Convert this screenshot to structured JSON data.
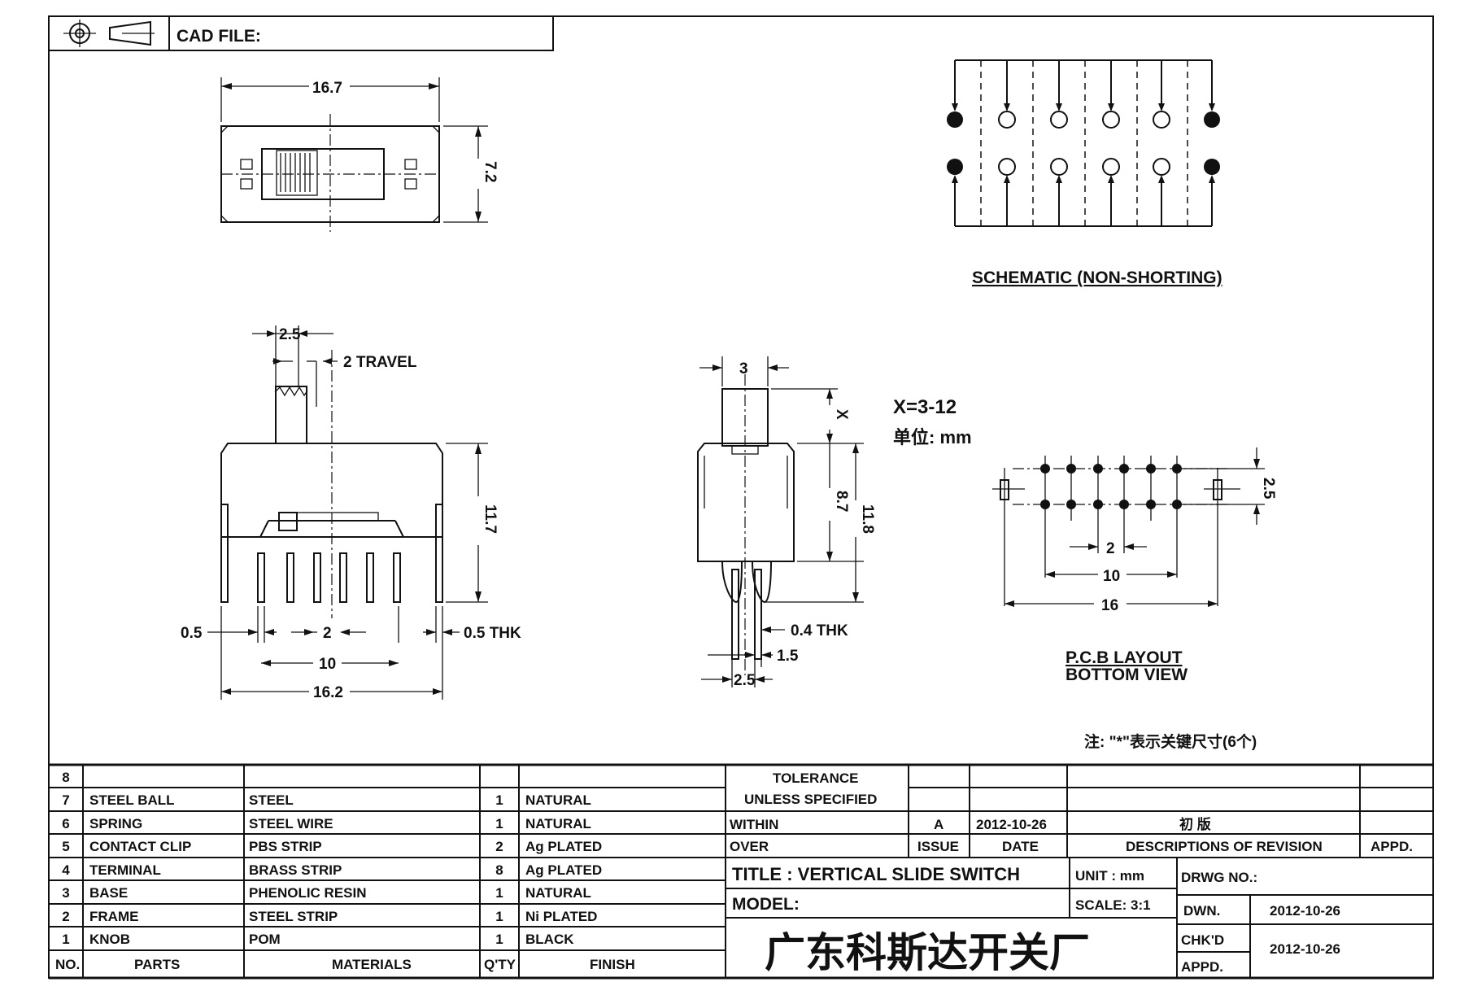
{
  "header": {
    "cad_file_label": "CAD FILE:"
  },
  "top_view": {
    "width": "16.7",
    "height": "7.2"
  },
  "schematic": {
    "label": "SCHEMATIC (NON-SHORTING)"
  },
  "front_view": {
    "pitch": "2.5",
    "travel": "2 TRAVEL",
    "height": "11.7",
    "pin_width": "0.5",
    "pin_pitch": "2",
    "thk": "0.5 THK",
    "span": "10",
    "overall": "16.2"
  },
  "side_view": {
    "knob": "3",
    "x_label": "X",
    "body": "8.7",
    "total": "11.8",
    "thk": "0.4 THK",
    "d1": "1.5",
    "d2": "2.5"
  },
  "notes": {
    "x_range": "X=3-12",
    "unit": "单位: mm",
    "key_note": "注: \"*\"表示关键尺寸(6个)"
  },
  "pcb": {
    "row_pitch": "2.5",
    "pitch": "2",
    "span": "10",
    "overall": "16",
    "label1": "P.C.B LAYOUT",
    "label2": "BOTTOM VIEW"
  },
  "bom": {
    "rows": [
      {
        "no": "8",
        "part": "",
        "material": "",
        "qty": "",
        "finish": ""
      },
      {
        "no": "7",
        "part": "STEEL BALL",
        "material": "STEEL",
        "qty": "1",
        "finish": "NATURAL"
      },
      {
        "no": "6",
        "part": "SPRING",
        "material": "STEEL WIRE",
        "qty": "1",
        "finish": "NATURAL"
      },
      {
        "no": "5",
        "part": "CONTACT CLIP",
        "material": "PBS STRIP",
        "qty": "2",
        "finish": "Ag PLATED"
      },
      {
        "no": "4",
        "part": "TERMINAL",
        "material": "BRASS STRIP",
        "qty": "8",
        "finish": "Ag PLATED"
      },
      {
        "no": "3",
        "part": "BASE",
        "material": "PHENOLIC RESIN",
        "qty": "1",
        "finish": "NATURAL"
      },
      {
        "no": "2",
        "part": "FRAME",
        "material": "STEEL STRIP",
        "qty": "1",
        "finish": "Ni PLATED"
      },
      {
        "no": "1",
        "part": "KNOB",
        "material": "POM",
        "qty": "1",
        "finish": "BLACK"
      }
    ],
    "headers": {
      "no": "NO.",
      "parts": "PARTS",
      "materials": "MATERIALS",
      "qty": "Q'TY",
      "finish": "FINISH"
    }
  },
  "title_block": {
    "tolerance": "TOLERANCE",
    "unless": "UNLESS   SPECIFIED",
    "within": "WITHIN",
    "over": "OVER",
    "rev": "A",
    "rev_date": "2012-10-26",
    "rev_desc": "初  版",
    "issue": "ISSUE",
    "date": "DATE",
    "desc": "DESCRIPTIONS OF REVISION",
    "appd": "APPD.",
    "title": "TITLE :   VERTICAL  SLIDE  SWITCH",
    "unit": "UNIT :   mm",
    "drwg": "DRWG  NO.:",
    "model": "MODEL:",
    "scale": "SCALE:   3:1",
    "dwn": "DWN.",
    "dwn_date": "2012-10-26",
    "company": "广东科斯达开关厂",
    "chkd": "CHK'D",
    "appd2": "APPD.",
    "chk_date": "2012-10-26"
  }
}
